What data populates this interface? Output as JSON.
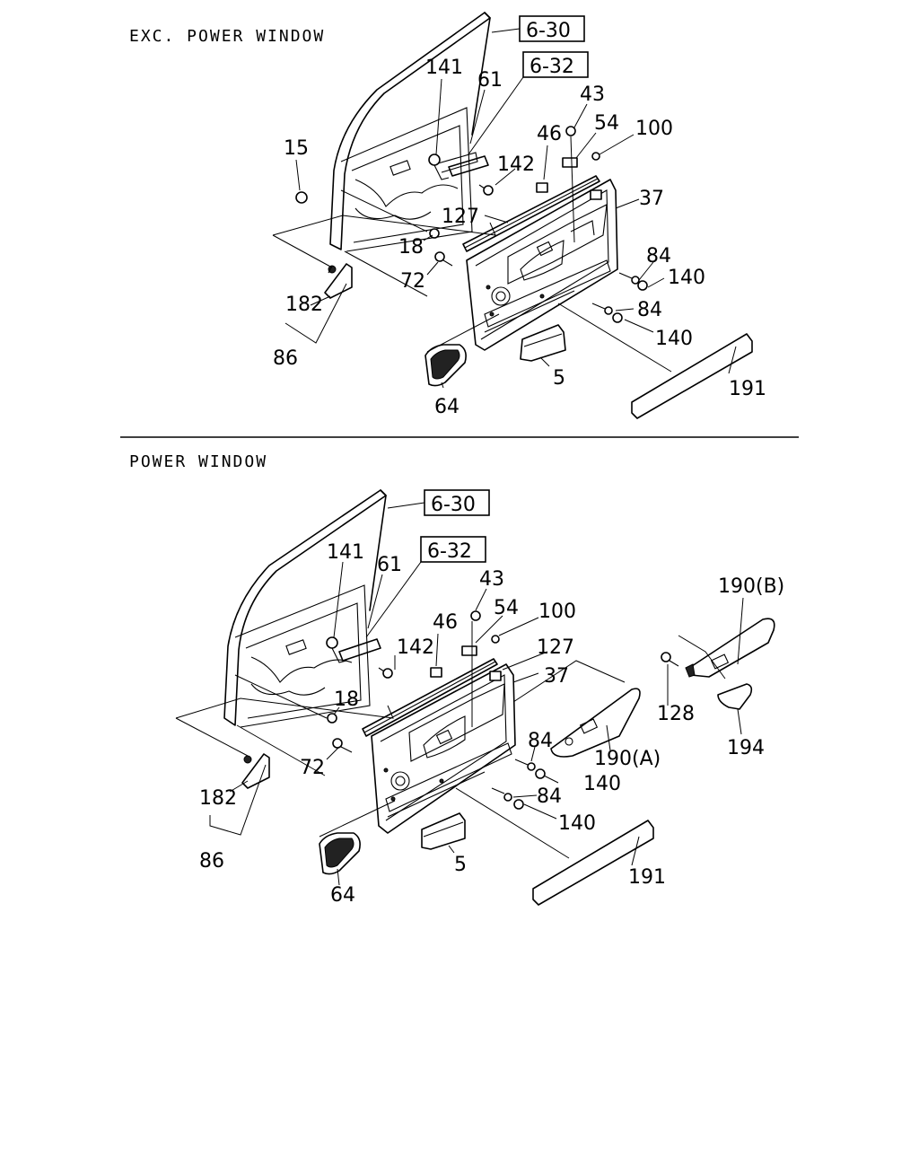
{
  "sections": [
    {
      "title": "EXC. POWER WINDOW",
      "refs": [
        "6-30",
        "6-32"
      ],
      "callouts": [
        "141",
        "61",
        "15",
        "43",
        "54",
        "100",
        "46",
        "142",
        "37",
        "127",
        "18",
        "84",
        "72",
        "140",
        "84",
        "140",
        "182",
        "86",
        "5",
        "191",
        "64"
      ]
    },
    {
      "title": "POWER WINDOW",
      "refs": [
        "6-30",
        "6-32"
      ],
      "callouts": [
        "141",
        "61",
        "43",
        "54",
        "100",
        "46",
        "142",
        "127",
        "37",
        "18",
        "190(B)",
        "128",
        "84",
        "72",
        "190(A)",
        "140",
        "194",
        "84",
        "140",
        "182",
        "86",
        "5",
        "191",
        "64"
      ]
    }
  ]
}
